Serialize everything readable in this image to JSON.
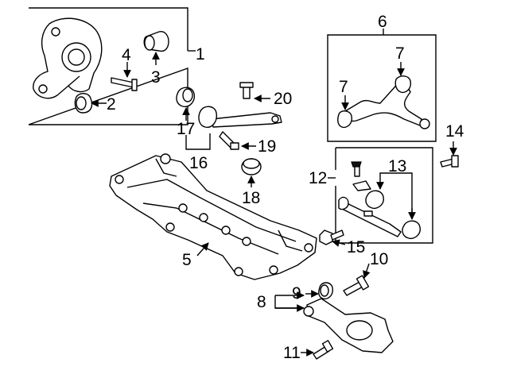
{
  "callouts": {
    "c1": "1",
    "c2": "2",
    "c3": "3",
    "c4": "4",
    "c5": "5",
    "c6": "6",
    "c7a": "7",
    "c7b": "7",
    "c8": "8",
    "c9": "9",
    "c10": "10",
    "c11": "11",
    "c12": "12",
    "c13": "13",
    "c14": "14",
    "c15": "15",
    "c16": "16",
    "c17": "17",
    "c18": "18",
    "c19": "19",
    "c20": "20"
  }
}
